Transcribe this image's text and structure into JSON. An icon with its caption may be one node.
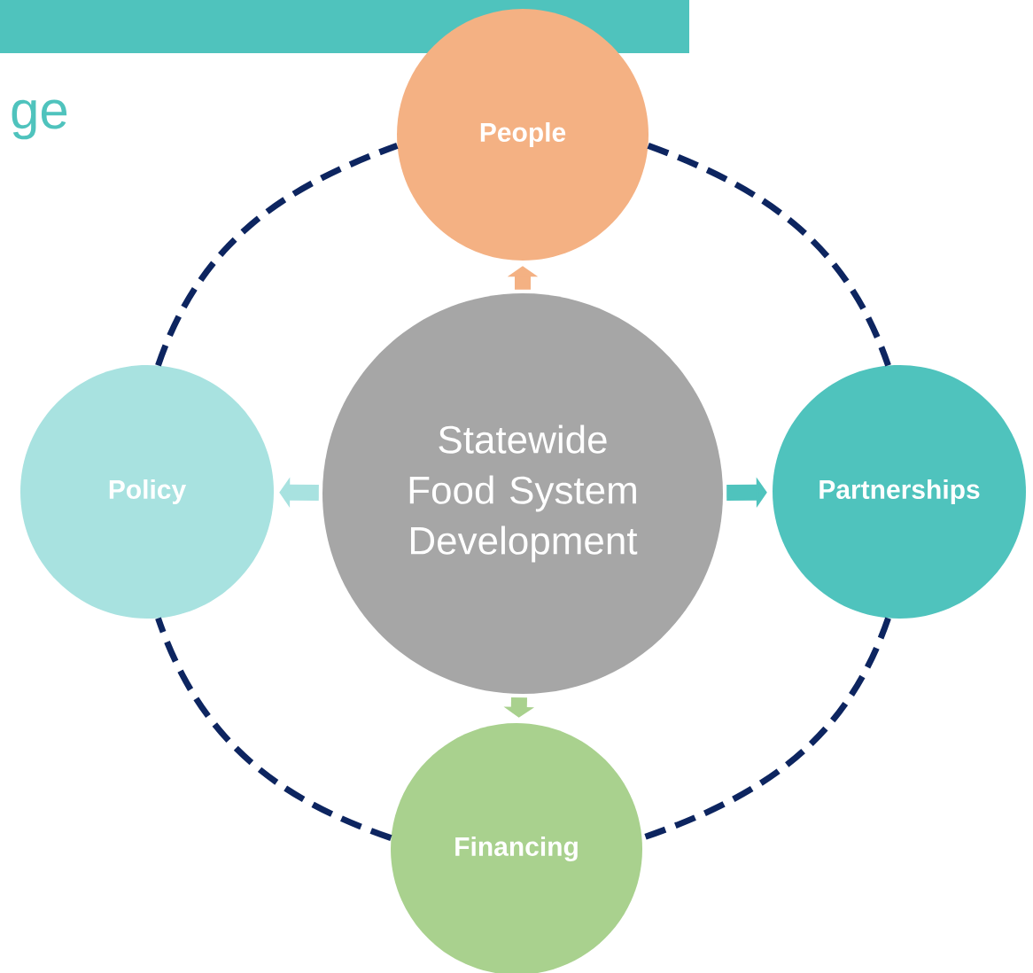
{
  "diagram": {
    "nodes": [
      {
        "text": [
          "Statewide Food System Development"
        ]
      },
      {
        "text": [
          "People"
        ]
      },
      {
        "text": [
          "Partnerships"
        ]
      },
      {
        "text": [
          "Financing"
        ]
      },
      {
        "text": [
          "Policy"
        ]
      }
    ],
    "edges": [
      {
        "from": 0,
        "to": 1,
        "arrow": "to",
        "style": "thick",
        "color": "#f4b183"
      },
      {
        "from": 0,
        "to": 2,
        "arrow": "to",
        "style": "thick",
        "color": "#4fc3bd"
      },
      {
        "from": 0,
        "to": 3,
        "arrow": "to",
        "style": "thick",
        "color": "#a9d18e"
      },
      {
        "from": 0,
        "to": 4,
        "arrow": "to",
        "style": "thick",
        "color": "#a8e2e0"
      },
      {
        "from": 1,
        "to": 2,
        "arrow": "none",
        "style": "dashed",
        "color": "#0d2560"
      },
      {
        "from": 2,
        "to": 3,
        "arrow": "none",
        "style": "dashed",
        "color": "#0d2560"
      },
      {
        "from": 3,
        "to": 4,
        "arrow": "none",
        "style": "dashed",
        "color": "#0d2560"
      },
      {
        "from": 4,
        "to": 1,
        "arrow": "none",
        "style": "dashed",
        "color": "#0d2560"
      }
    ],
    "labels": [
      "ge"
    ]
  }
}
